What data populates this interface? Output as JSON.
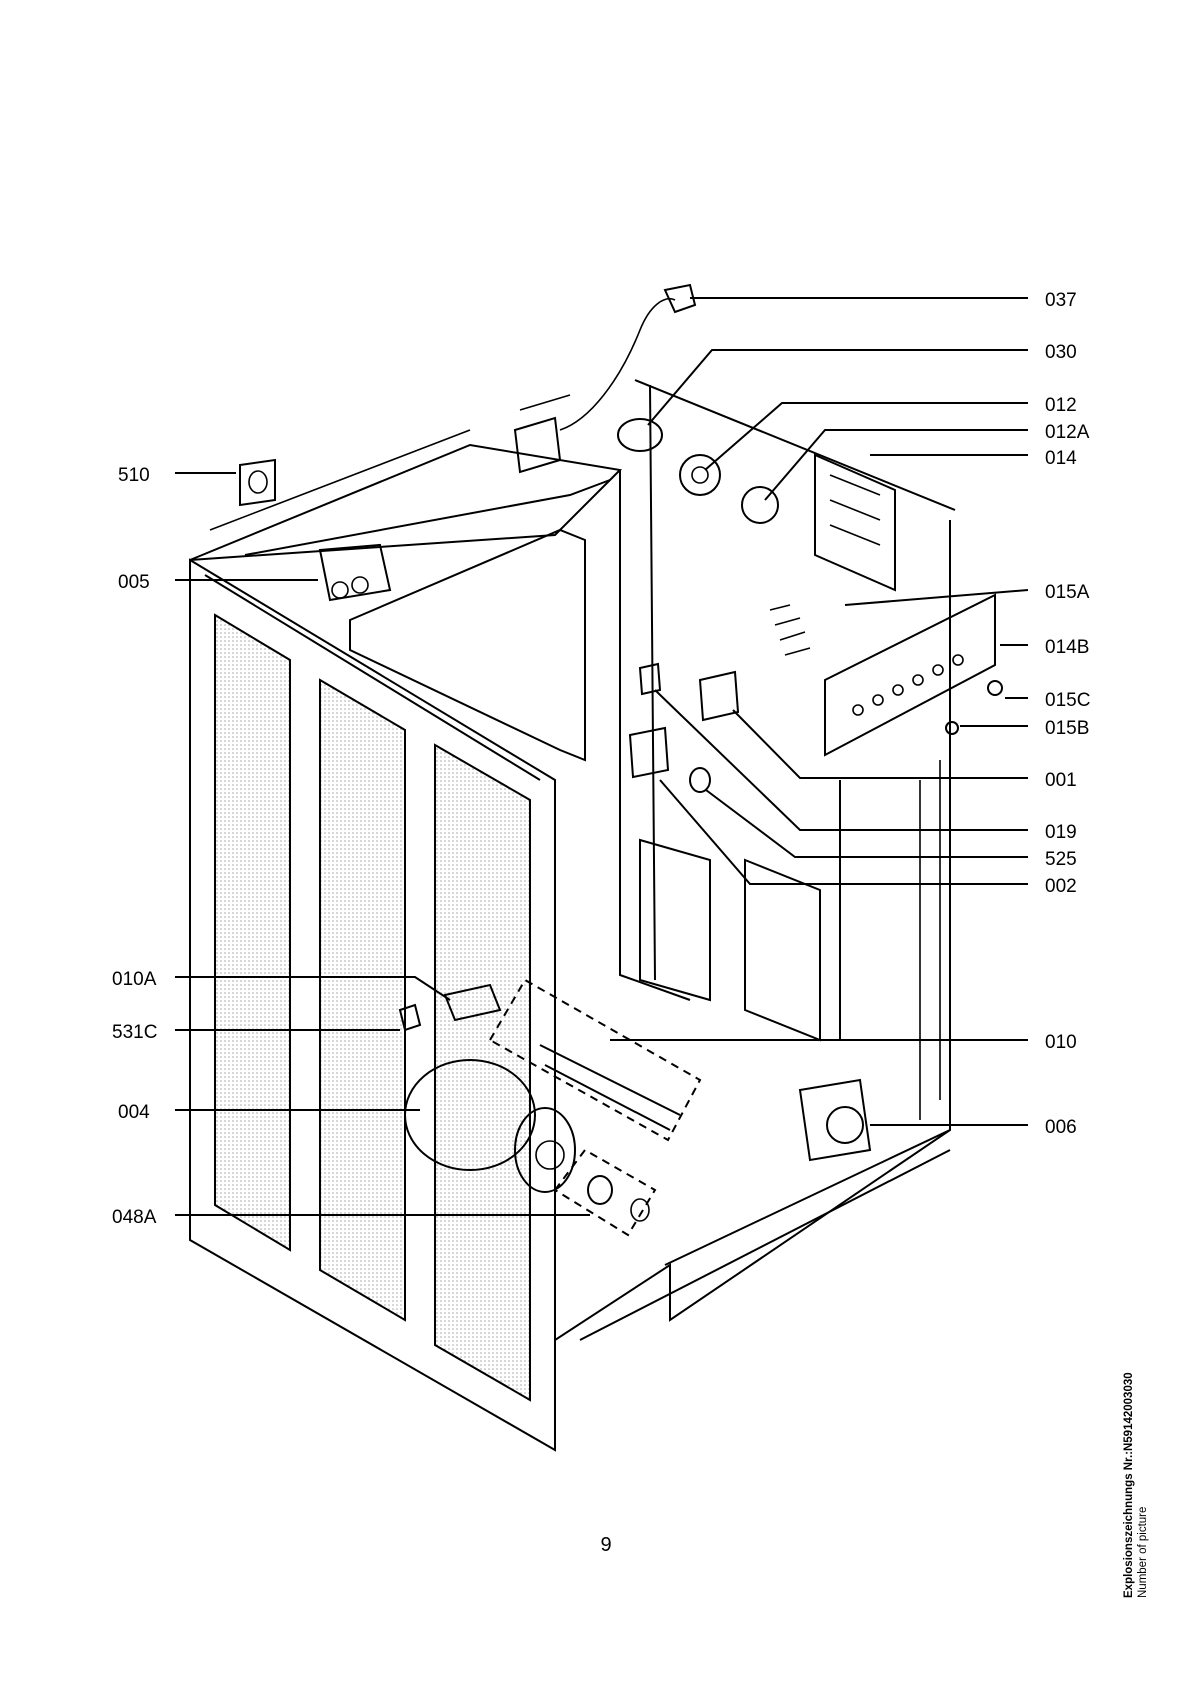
{
  "part_labels": [
    "037",
    "030",
    "012",
    "012A",
    "014",
    "510",
    "005",
    "015A",
    "014B",
    "015C",
    "015B",
    "001",
    "019",
    "525",
    "002",
    "010A",
    "531C",
    "010",
    "004",
    "006",
    "048A"
  ],
  "page_number": "9",
  "picture_note": {
    "line1": "Explosionszeichnungs Nr.:N5914200303​0",
    "line2": "Number of picture"
  }
}
